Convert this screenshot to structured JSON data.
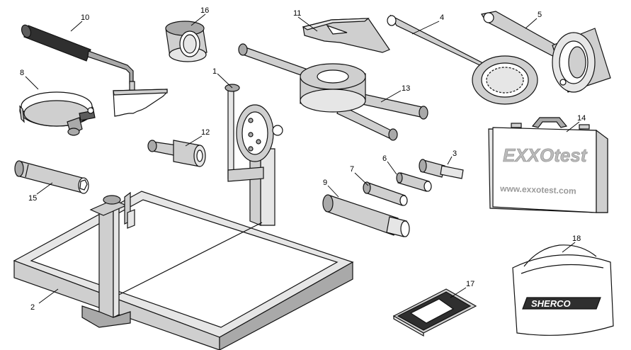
{
  "callouts": [
    {
      "id": "1",
      "text": "1"
    },
    {
      "id": "2",
      "text": "2"
    },
    {
      "id": "3",
      "text": "3"
    },
    {
      "id": "4",
      "text": "4"
    },
    {
      "id": "5",
      "text": "5"
    },
    {
      "id": "6",
      "text": "6"
    },
    {
      "id": "7",
      "text": "7"
    },
    {
      "id": "8",
      "text": "8"
    },
    {
      "id": "9",
      "text": "9"
    },
    {
      "id": "10",
      "text": "10"
    },
    {
      "id": "11",
      "text": "11"
    },
    {
      "id": "12",
      "text": "12"
    },
    {
      "id": "13",
      "text": "13"
    },
    {
      "id": "14",
      "text": "14"
    },
    {
      "id": "15",
      "text": "15"
    },
    {
      "id": "16",
      "text": "16"
    },
    {
      "id": "17",
      "text": "17"
    },
    {
      "id": "18",
      "text": "18"
    }
  ],
  "case_brand": "EXXOtest",
  "case_url": "www.exxotest.com",
  "bag_brand": "SHERCO"
}
